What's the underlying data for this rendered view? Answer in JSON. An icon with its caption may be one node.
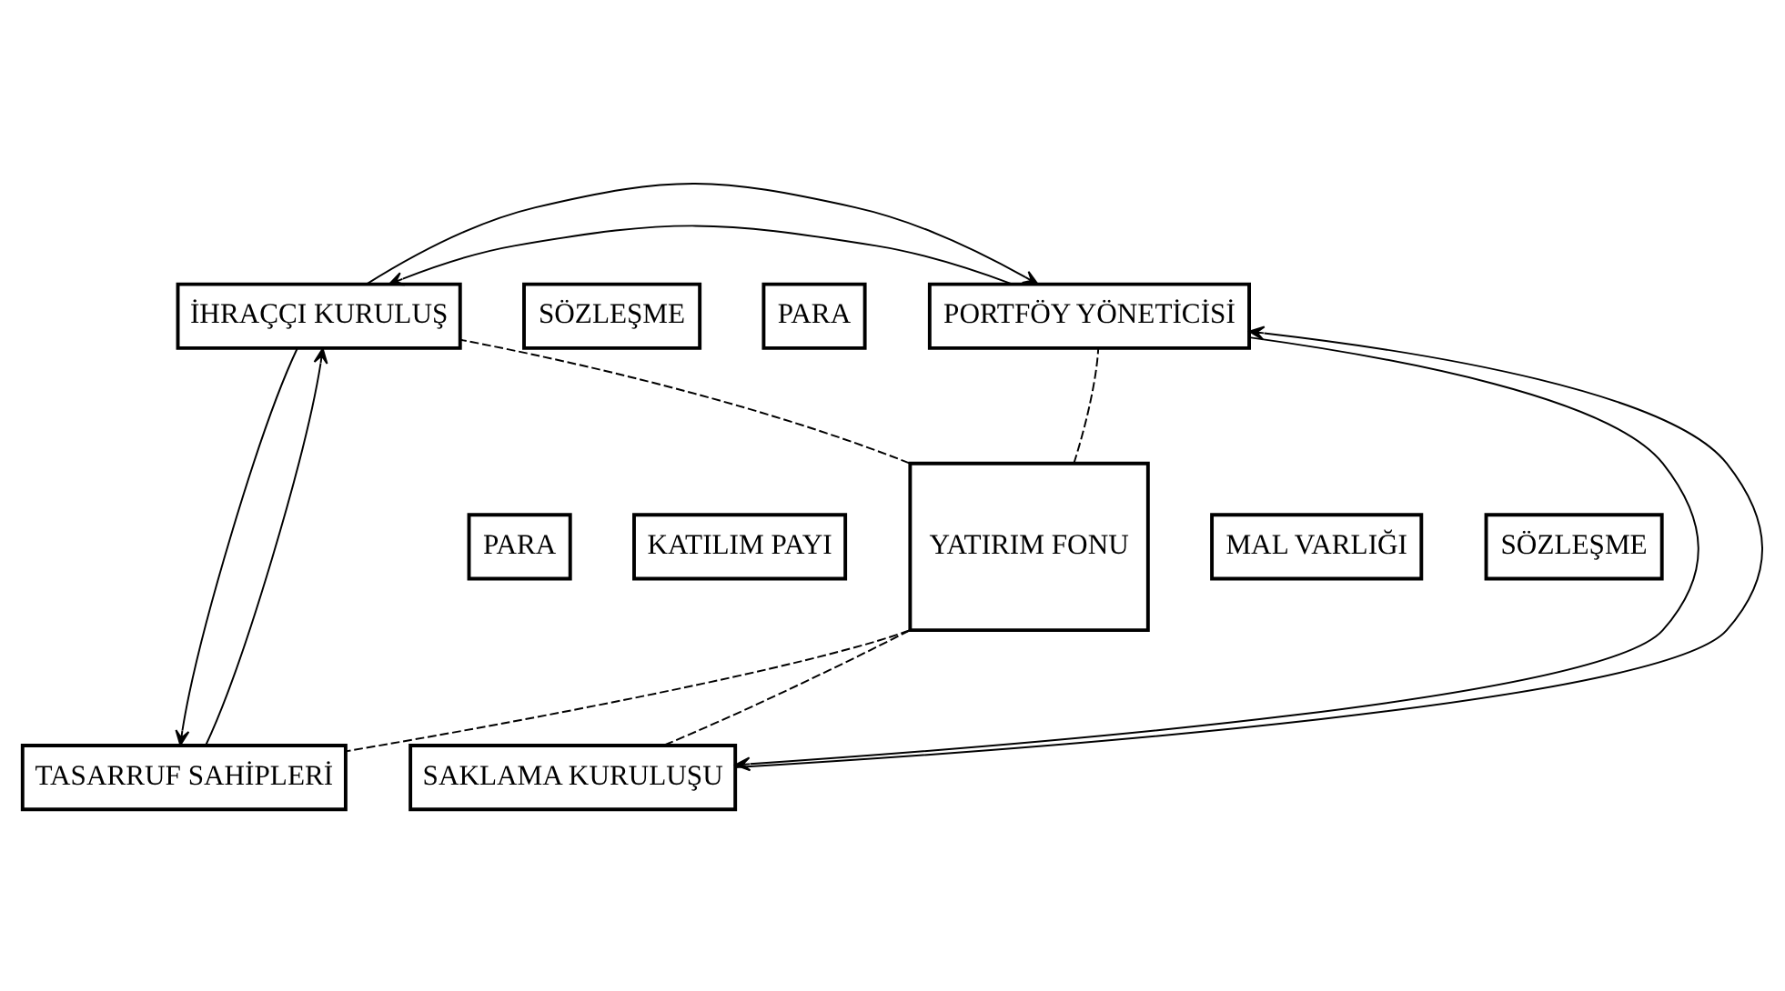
{
  "diagram": {
    "nodes": [
      {
        "text": [
          "İHRAÇÇI KURULUŞ"
        ]
      },
      {
        "text": [
          "SÖZLEŞME"
        ]
      },
      {
        "text": [
          "PORTFÖY YÖNETİCİSİ"
        ]
      },
      {
        "text": [
          "PARA"
        ]
      },
      {
        "text": [
          "PARA"
        ]
      },
      {
        "text": [
          "KATILIM PAYI"
        ]
      },
      {
        "text": [
          "YATIRIM FONU"
        ]
      },
      {
        "text": [
          "MAL VARLIĞI"
        ]
      },
      {
        "text": [
          "SÖZLEŞME"
        ]
      },
      {
        "text": [
          "TASARRUF SAHİPLERİ"
        ]
      },
      {
        "text": [
          "SAKLAMA KURULUŞU"
        ]
      }
    ],
    "edges": [
      {
        "from": 2,
        "to": 0,
        "arrow": "to"
      },
      {
        "from": 0,
        "to": 2,
        "arrow": "to"
      },
      {
        "from": 9,
        "to": 0,
        "arrow": "to"
      },
      {
        "from": 0,
        "to": 9,
        "arrow": "to"
      },
      {
        "from": 2,
        "to": 10,
        "arrow": "to"
      },
      {
        "from": 10,
        "to": 2,
        "arrow": "to"
      },
      {
        "from": 6,
        "to": 0,
        "arrow": "none",
        "style": "dashed"
      },
      {
        "from": 6,
        "to": 2,
        "arrow": "none",
        "style": "dashed"
      },
      {
        "from": 6,
        "to": 9,
        "arrow": "none",
        "style": "dashed"
      },
      {
        "from": 6,
        "to": 10,
        "arrow": "none",
        "style": "dashed"
      }
    ]
  }
}
